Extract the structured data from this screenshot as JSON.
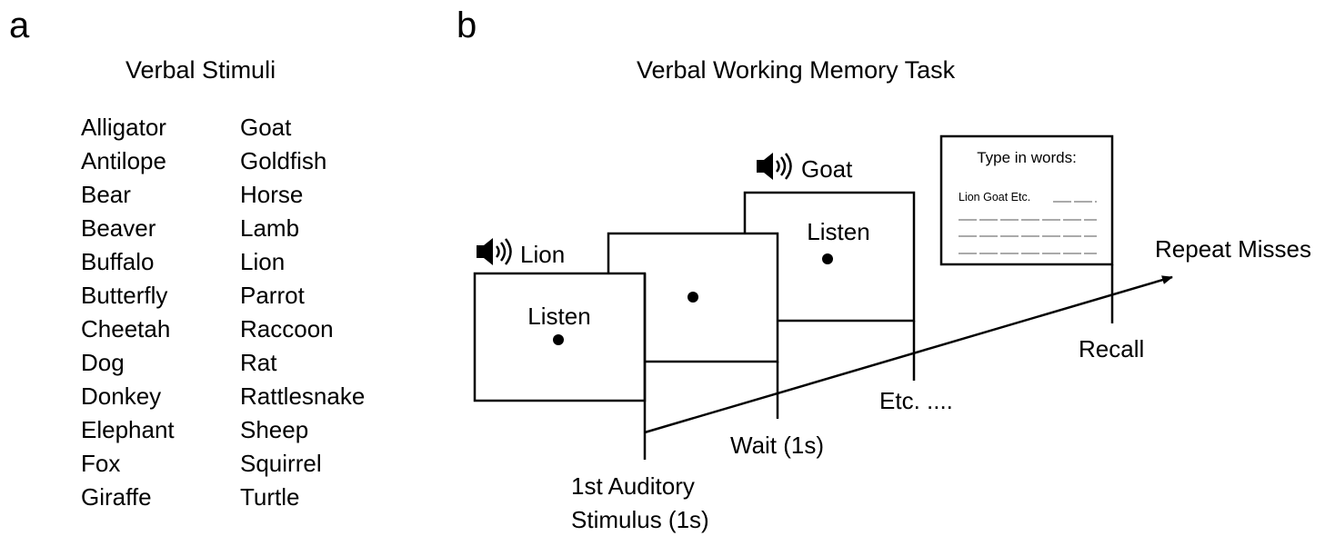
{
  "panel_a": {
    "letter": "a",
    "title": "Verbal Stimuli",
    "column1": [
      "Alligator",
      "Antilope",
      "Bear",
      "Beaver",
      "Buffalo",
      "Butterfly",
      "Cheetah",
      "Dog",
      "Donkey",
      "Elephant",
      "Fox",
      "Giraffe"
    ],
    "column2": [
      "Goat",
      "Goldfish",
      "Horse",
      "Lamb",
      "Lion",
      "Parrot",
      "Raccoon",
      "Rat",
      "Rattlesnake",
      "Sheep",
      "Squirrel",
      "Turtle"
    ]
  },
  "panel_b": {
    "letter": "b",
    "title": "Verbal Working Memory Task",
    "icons": [
      "speaker-icon",
      "speaker-icon"
    ],
    "stimulus1_word": "Lion",
    "stimulus2_word": "Goat",
    "screen1_text": "Listen",
    "screen3_text": "Listen",
    "recall_box": {
      "prompt": "Type in words:",
      "entered": "Lion Goat Etc."
    },
    "labels": {
      "first_stimulus_line1": "1st Auditory",
      "first_stimulus_line2": "Stimulus (1s)",
      "wait": "Wait (1s)",
      "etc": "Etc. ....",
      "recall": "Recall",
      "repeat": "Repeat Misses"
    }
  }
}
